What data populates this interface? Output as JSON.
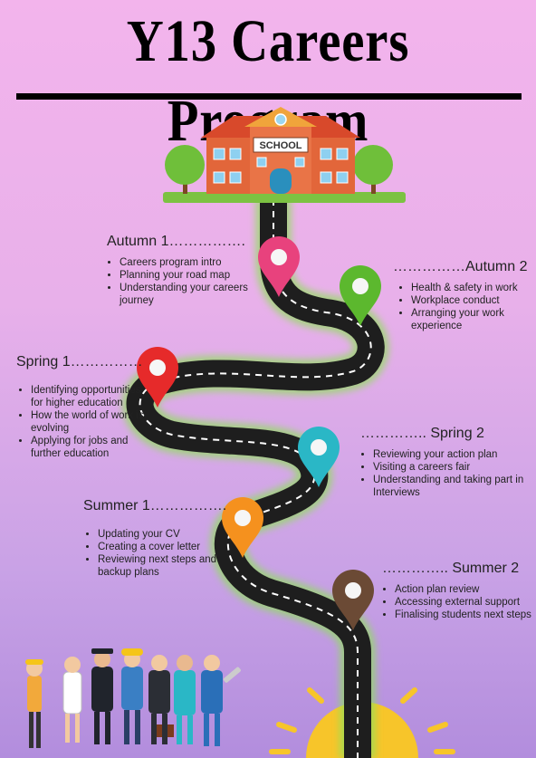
{
  "title": "Y13 Careers Program",
  "school_sign": "SCHOOL",
  "sections": [
    {
      "heading": "Autumn 1…………….",
      "items": [
        "Careers program intro",
        "Planning your road map",
        "Understanding your careers journey"
      ]
    },
    {
      "heading": "……………Autumn 2",
      "items": [
        "Health & safety in work",
        "Workplace conduct",
        "Arranging your work experience"
      ]
    },
    {
      "heading": "Spring 1……………",
      "items": [
        "Identifying opportunities for higher education",
        "How the world of work is evolving",
        "Applying for jobs and further education"
      ]
    },
    {
      "heading": "………….. Spring 2",
      "items": [
        "Reviewing your action plan",
        "Visiting a careers fair",
        "Understanding and taking part in Interviews"
      ]
    },
    {
      "heading": "Summer 1…………….",
      "items": [
        "Updating your CV",
        "Creating a cover letter",
        "Reviewing next steps and backup plans"
      ]
    },
    {
      "heading": "………….. Summer 2",
      "items": [
        "Action plan review",
        "Accessing external support",
        "Finalising students next steps"
      ]
    }
  ],
  "pin_colors": [
    "#e8427d",
    "#5cb82e",
    "#e62a2a",
    "#2ab7c6",
    "#f5911e",
    "#6b4a35"
  ],
  "colors": {
    "road": "#1e1e1e",
    "road_glow": "#9be06a",
    "sun": "#f7c52a"
  }
}
